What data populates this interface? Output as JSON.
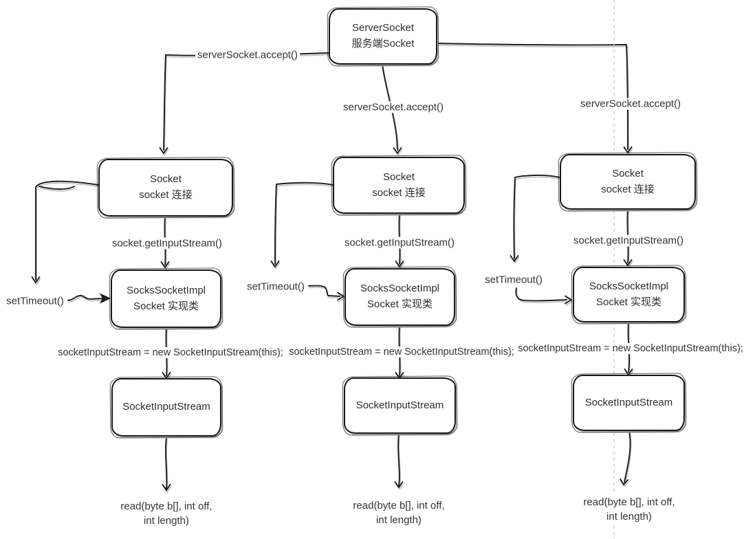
{
  "diagram": {
    "root": {
      "line1": "ServerSocket",
      "line2": "服务端Socket"
    },
    "columns": [
      {
        "accept_label": "serverSocket.accept()",
        "socket": {
          "line1": "Socket",
          "line2": "socket 连接"
        },
        "get_input_stream_label": "socket.getInputStream()",
        "set_timeout_label": "setTimeout()",
        "impl": {
          "line1": "SocksSocketImpl",
          "line2": "Socket 实现类"
        },
        "new_stream_label": "socketInputStream = new SocketInputStream(this);",
        "stream_label": "SocketInputStream",
        "read_label_line1": "read(byte b[], int off,",
        "read_label_line2": "int length)"
      },
      {
        "accept_label": "serverSocket.accept()",
        "socket": {
          "line1": "Socket",
          "line2": "socket 连接"
        },
        "get_input_stream_label": "socket.getInputStream()",
        "set_timeout_label": "setTimeout()",
        "impl": {
          "line1": "SocksSocketImpl",
          "line2": "Socket 实现类"
        },
        "new_stream_label": "socketInputStream = new SocketInputStream(this);",
        "stream_label": "SocketInputStream",
        "read_label_line1": "read(byte b[], int off,",
        "read_label_line2": "int length)"
      },
      {
        "accept_label": "serverSocket.accept()",
        "socket": {
          "line1": "Socket",
          "line2": "socket 连接"
        },
        "get_input_stream_label": "socket.getInputStream()",
        "set_timeout_label": "setTimeout()",
        "impl": {
          "line1": "SocksSocketImpl",
          "line2": "Socket 实现类"
        },
        "new_stream_label": "socketInputStream = new SocketInputStream(this);",
        "stream_label": "SocketInputStream",
        "read_label_line1": "read(byte b[], int off,",
        "read_label_line2": "int length)"
      }
    ],
    "colors": {
      "stroke": "#1b1b1b",
      "stroke_echo": "#bcbcbc",
      "dashed_guide": "#c8c8c8",
      "node_fill": "#ffffff",
      "text": "#333333",
      "background": "#ffffff"
    }
  }
}
